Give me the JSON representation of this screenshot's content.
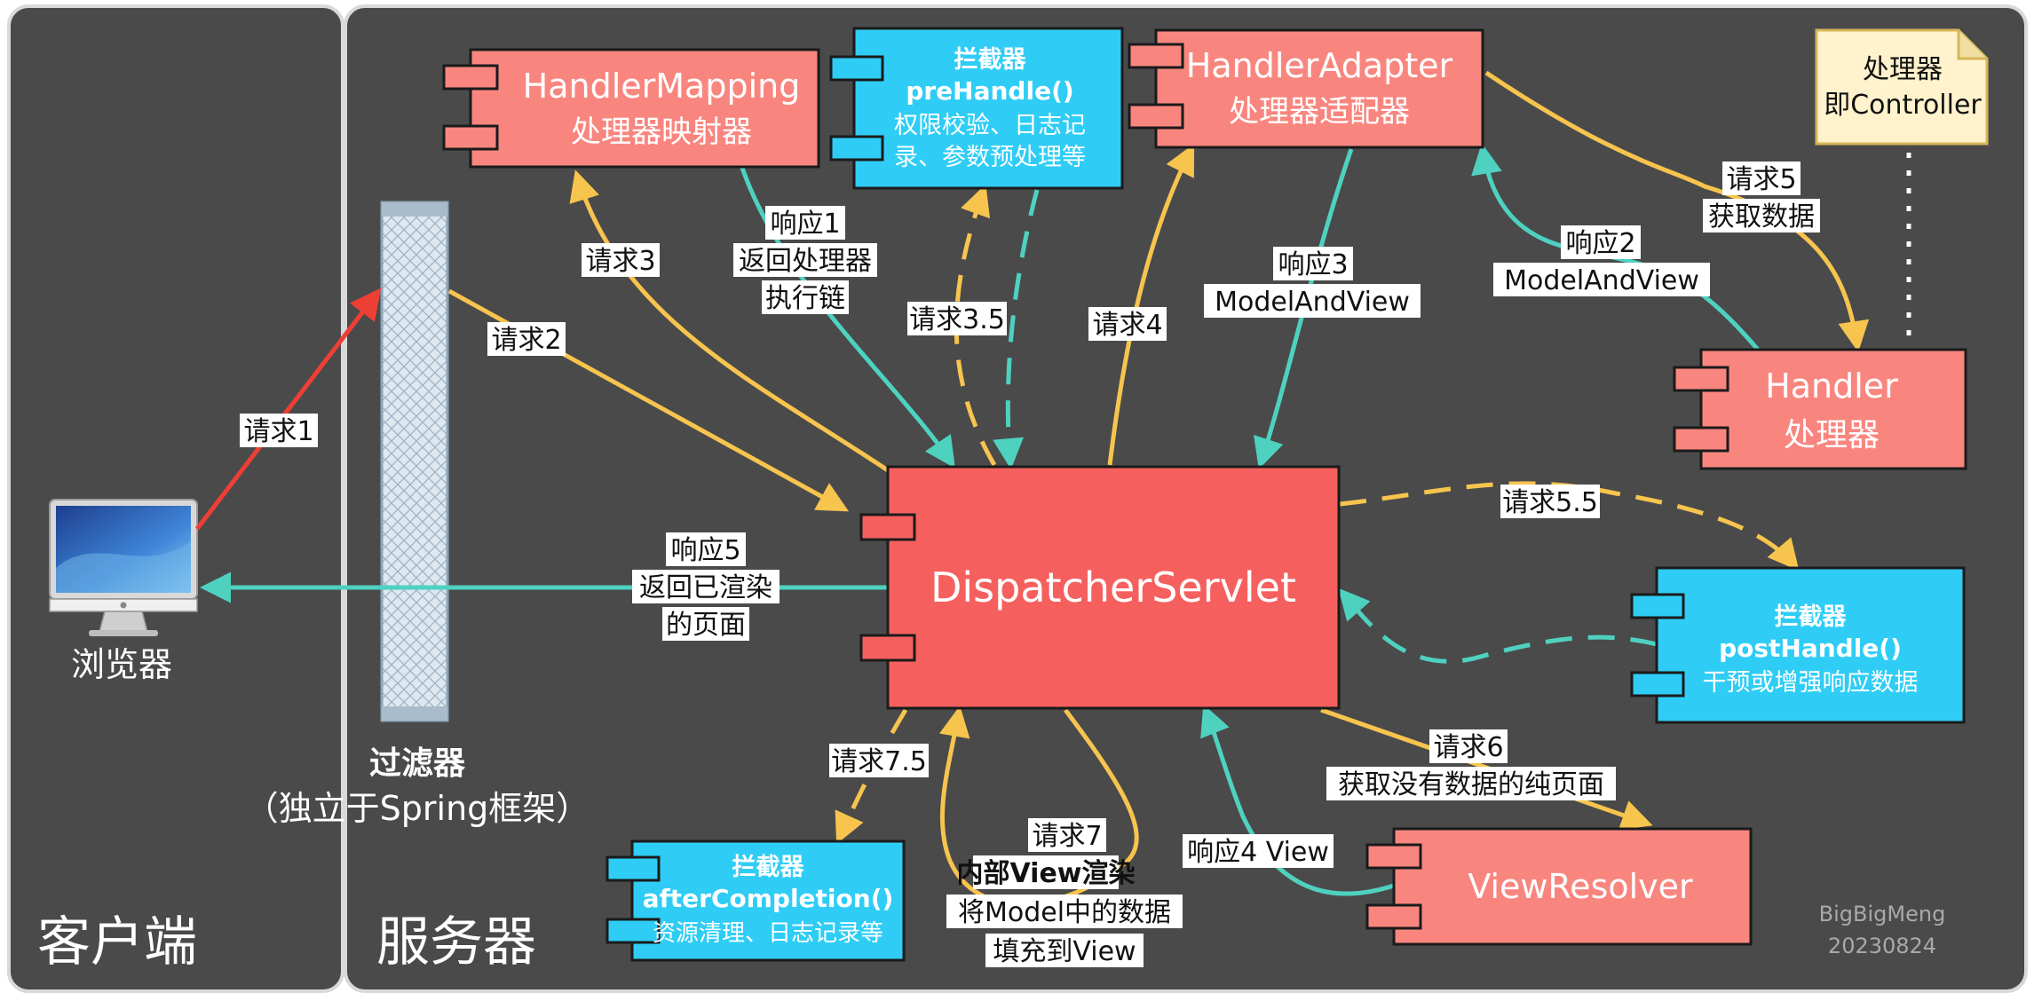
{
  "zones": {
    "client": "客户端",
    "server": "服务器"
  },
  "browser": {
    "label": "浏览器"
  },
  "filter": {
    "title": "过滤器",
    "subtitle": "（独立于Spring框架）"
  },
  "components": {
    "handler_mapping": {
      "line1": "HandlerMapping",
      "line2": "处理器映射器"
    },
    "handler_adapter": {
      "line1": "HandlerAdapter",
      "line2": "处理器适配器"
    },
    "handler": {
      "line1": "Handler",
      "line2": "处理器"
    },
    "dispatcher": {
      "line1": "DispatcherServlet"
    },
    "view_resolver": {
      "line1": "ViewResolver"
    }
  },
  "interceptors": {
    "pre": {
      "title": "拦截器",
      "method": "preHandle()",
      "desc1": "权限校验、日志记",
      "desc2": "录、参数预处理等"
    },
    "post": {
      "title": "拦截器",
      "method": "postHandle()",
      "desc1": "干预或增强响应数据"
    },
    "after": {
      "title": "拦截器",
      "method": "afterCompletion()",
      "desc1": "资源清理、日志记录等"
    }
  },
  "note": {
    "line1": "处理器",
    "line2": "即Controller"
  },
  "labels": {
    "req1": "请求1",
    "req2": "请求2",
    "req3": "请求3",
    "req35": "请求3.5",
    "req4": "请求4",
    "req5a": "请求5",
    "req5b": "获取数据",
    "req55": "请求5.5",
    "req6a": "请求6",
    "req6b": "获取没有数据的纯页面",
    "req7a": "请求7",
    "req7b": "内部View渲染",
    "req7c": "将Model中的数据",
    "req7d": "填充到View",
    "req75": "请求7.5",
    "resp1a": "响应1",
    "resp1b": "返回处理器",
    "resp1c": "执行链",
    "resp2a": "响应2",
    "resp2b": "ModelAndView",
    "resp3a": "响应3",
    "resp3b": "ModelAndView",
    "resp4": "响应4 View",
    "resp5a": "响应5",
    "resp5b": "返回已渲染",
    "resp5c": "的页面"
  },
  "watermark": {
    "line1": "BigBigMeng",
    "line2": "20230824"
  },
  "colors": {
    "panel": "#4a4a4a",
    "panel_border": "#d9d9d9",
    "component": "#f8867f",
    "dispatcher": "#f5605e",
    "interceptor": "#2fcdf5",
    "request_arrow": "#f7c44e",
    "response_arrow": "#4fd1c0",
    "first_request_arrow": "#ee3f35",
    "note": "#fff2cc"
  }
}
